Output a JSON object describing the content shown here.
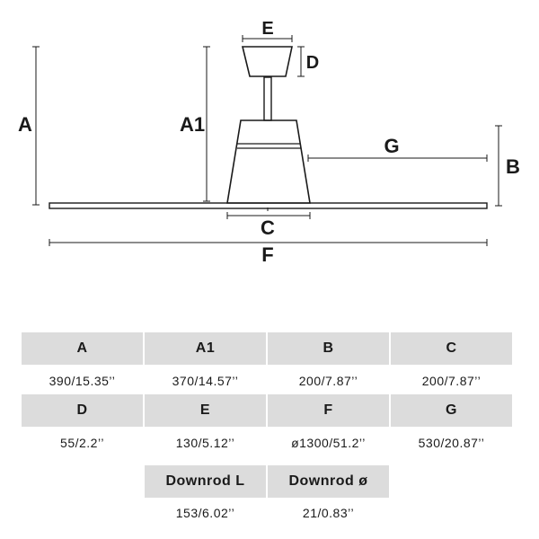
{
  "diagram": {
    "labels": {
      "A": "A",
      "A1": "A1",
      "B": "B",
      "C": "C",
      "D": "D",
      "E": "E",
      "F": "F",
      "G": "G"
    }
  },
  "table": {
    "rows": [
      {
        "headers": [
          "A",
          "A1",
          "B",
          "C"
        ],
        "values": [
          "390/15.35’’",
          "370/14.57’’",
          "200/7.87’’",
          "200/7.87’’"
        ]
      },
      {
        "headers": [
          "D",
          "E",
          "F",
          "G"
        ],
        "values": [
          "55/2.2’’",
          "130/5.12’’",
          "ø1300/51.2’’",
          "530/20.87’’"
        ]
      },
      {
        "headers": [
          "Downrod L",
          "Downrod ø"
        ],
        "values": [
          "153/6.02’’",
          "21/0.83’’"
        ]
      }
    ]
  }
}
